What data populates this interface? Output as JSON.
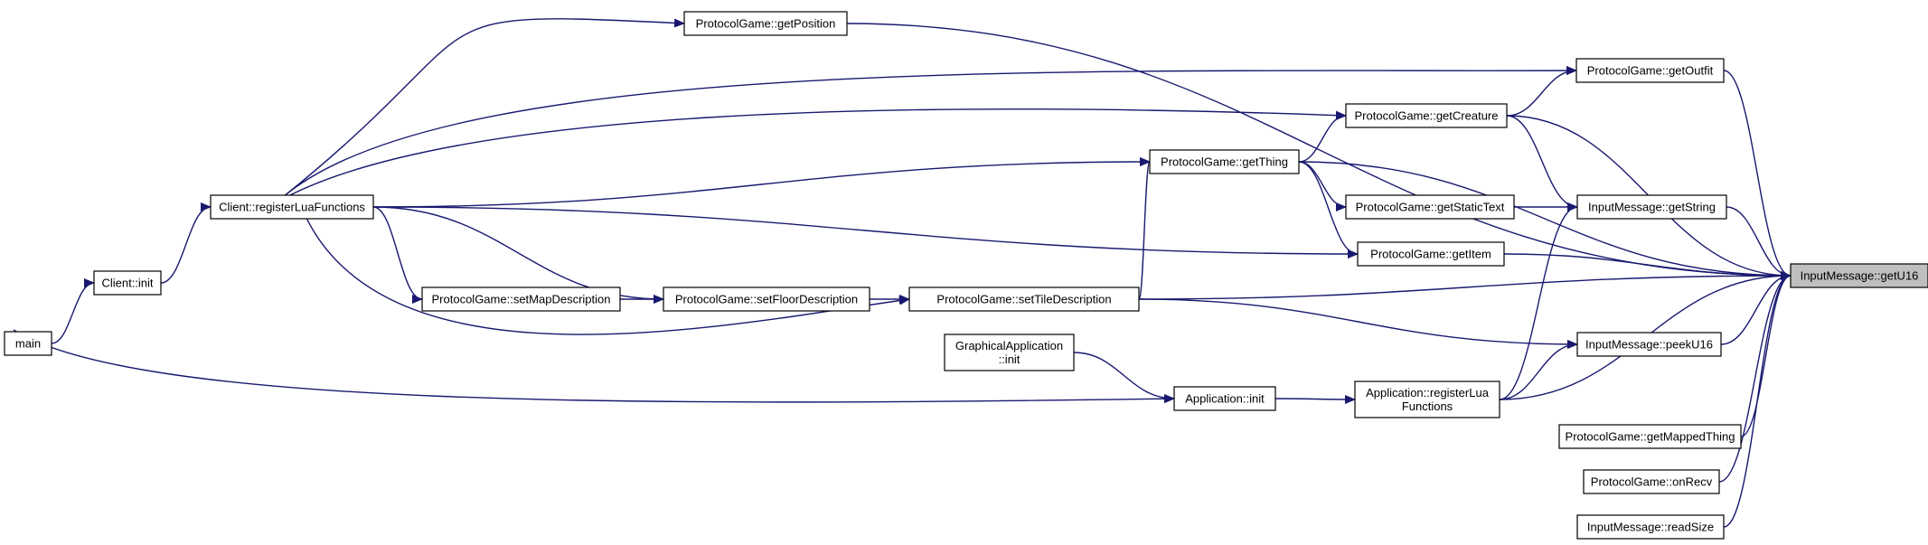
{
  "diagram": {
    "edge_color": "#191970",
    "target_fill": "#bfbfbf",
    "nodes": {
      "main": {
        "lines": [
          "main"
        ]
      },
      "client_init": {
        "lines": [
          "Client::init"
        ]
      },
      "register_lua": {
        "lines": [
          "Client::registerLuaFunctions"
        ]
      },
      "get_position": {
        "lines": [
          "ProtocolGame::getPosition"
        ]
      },
      "get_outfit": {
        "lines": [
          "ProtocolGame::getOutfit"
        ]
      },
      "get_creature": {
        "lines": [
          "ProtocolGame::getCreature"
        ]
      },
      "get_thing": {
        "lines": [
          "ProtocolGame::getThing"
        ]
      },
      "get_static_text": {
        "lines": [
          "ProtocolGame::getStaticText"
        ]
      },
      "get_item": {
        "lines": [
          "ProtocolGame::getItem"
        ]
      },
      "set_map_desc": {
        "lines": [
          "ProtocolGame::setMapDescription"
        ]
      },
      "set_floor_desc": {
        "lines": [
          "ProtocolGame::setFloorDescription"
        ]
      },
      "set_tile_desc": {
        "lines": [
          "ProtocolGame::setTileDescription"
        ]
      },
      "graphical_app_init": {
        "lines": [
          "GraphicalApplication",
          "::init"
        ]
      },
      "app_init": {
        "lines": [
          "Application::init"
        ]
      },
      "app_register_lua": {
        "lines": [
          "Application::registerLua",
          "Functions"
        ]
      },
      "get_string": {
        "lines": [
          "InputMessage::getString"
        ]
      },
      "peek_u16": {
        "lines": [
          "InputMessage::peekU16"
        ]
      },
      "get_mapped_thing": {
        "lines": [
          "ProtocolGame::getMappedThing"
        ]
      },
      "on_recv": {
        "lines": [
          "ProtocolGame::onRecv"
        ]
      },
      "read_size": {
        "lines": [
          "InputMessage::readSize"
        ]
      },
      "get_u16": {
        "lines": [
          "InputMessage::getU16"
        ],
        "highlight": true
      }
    },
    "edges": [
      [
        "client_init",
        "main"
      ],
      [
        "register_lua",
        "client_init"
      ],
      [
        "get_position",
        "register_lua"
      ],
      [
        "get_outfit",
        "register_lua"
      ],
      [
        "get_creature",
        "register_lua"
      ],
      [
        "get_thing",
        "register_lua"
      ],
      [
        "get_item",
        "register_lua"
      ],
      [
        "set_map_desc",
        "register_lua"
      ],
      [
        "set_floor_desc",
        "register_lua"
      ],
      [
        "set_tile_desc",
        "register_lua"
      ],
      [
        "app_init",
        "main"
      ],
      [
        "set_floor_desc",
        "set_map_desc"
      ],
      [
        "set_tile_desc",
        "set_floor_desc"
      ],
      [
        "get_thing",
        "set_tile_desc"
      ],
      [
        "get_creature",
        "get_thing"
      ],
      [
        "get_static_text",
        "get_thing"
      ],
      [
        "get_item",
        "get_thing"
      ],
      [
        "get_outfit",
        "get_creature"
      ],
      [
        "app_init",
        "graphical_app_init"
      ],
      [
        "app_register_lua",
        "app_init"
      ],
      [
        "get_string",
        "get_creature"
      ],
      [
        "get_string",
        "get_static_text"
      ],
      [
        "get_string",
        "app_register_lua"
      ],
      [
        "peek_u16",
        "set_tile_desc"
      ],
      [
        "peek_u16",
        "app_register_lua"
      ],
      [
        "get_u16",
        "get_position"
      ],
      [
        "get_u16",
        "get_outfit"
      ],
      [
        "get_u16",
        "get_creature"
      ],
      [
        "get_u16",
        "get_thing"
      ],
      [
        "get_u16",
        "get_string"
      ],
      [
        "get_u16",
        "get_item"
      ],
      [
        "get_u16",
        "set_tile_desc"
      ],
      [
        "get_u16",
        "peek_u16"
      ],
      [
        "get_u16",
        "app_register_lua"
      ],
      [
        "get_u16",
        "get_mapped_thing"
      ],
      [
        "get_u16",
        "on_recv"
      ],
      [
        "get_u16",
        "read_size"
      ]
    ]
  }
}
